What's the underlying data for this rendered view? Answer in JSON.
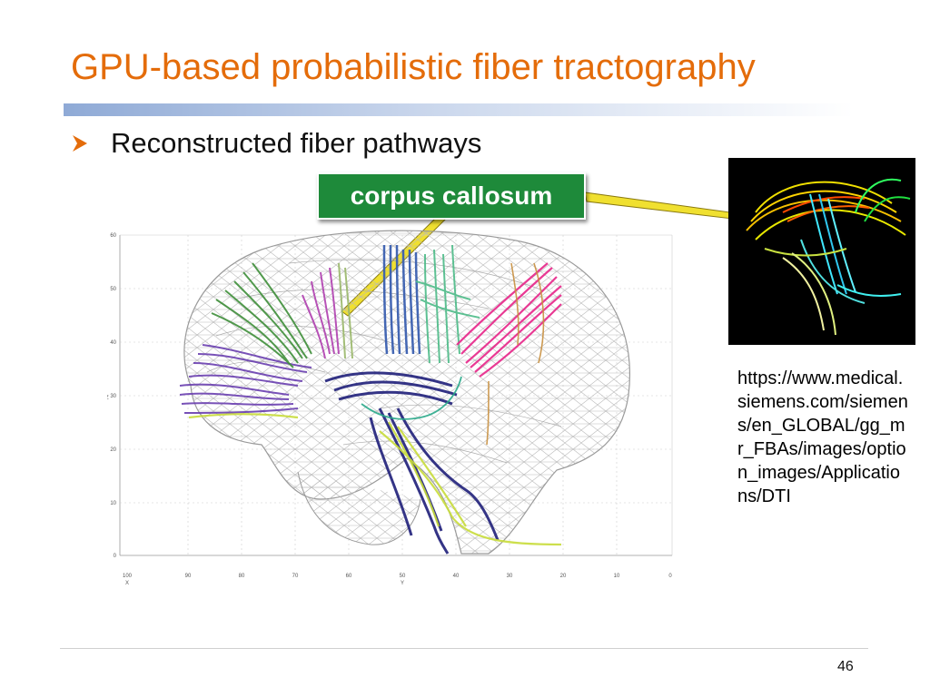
{
  "slide": {
    "title": "GPU-based probabilistic fiber tractography",
    "bullet": "Reconstructed fiber pathways",
    "callout": "corpus callosum",
    "source_url": "https://www.medical.siemens.com/siemens/en_GLOBAL/gg_mr_FBAs/images/option_images/Applications/DTI",
    "page_number": "46"
  },
  "plot": {
    "y_ticks": [
      "0",
      "10",
      "20",
      "30",
      "40",
      "50",
      "60"
    ],
    "x_ticks": [
      "100",
      "90",
      "80",
      "70",
      "60",
      "50",
      "40",
      "30",
      "20",
      "10",
      "0"
    ],
    "x_label": "Y",
    "y_label": "Z",
    "corner_label": "X"
  },
  "colors": {
    "title": "#e46c0a",
    "callout_bg": "#1e8a3a",
    "connector": "#f0e030"
  }
}
